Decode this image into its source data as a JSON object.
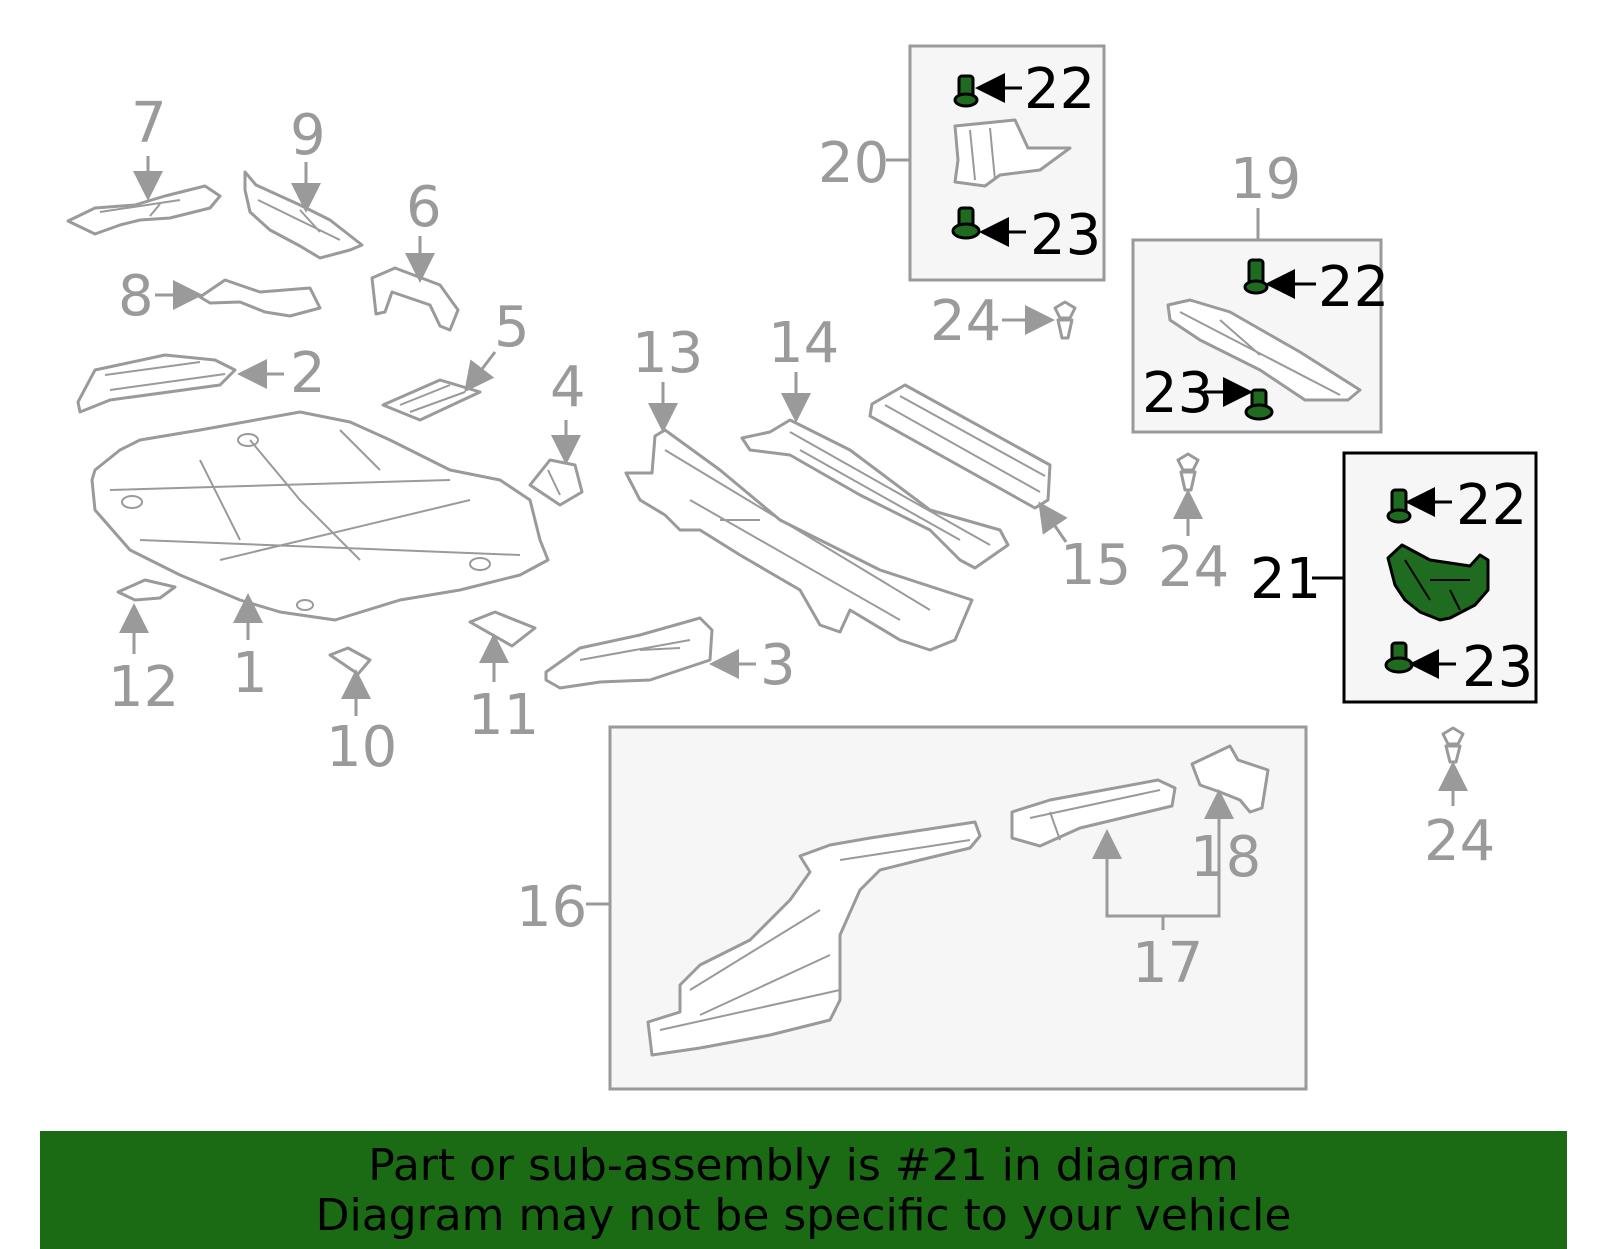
{
  "callouts": {
    "c1": "1",
    "c2": "2",
    "c3": "3",
    "c4": "4",
    "c5": "5",
    "c6": "6",
    "c7": "7",
    "c8": "8",
    "c9": "9",
    "c10": "10",
    "c11": "11",
    "c12": "12",
    "c13": "13",
    "c14": "14",
    "c15": "15",
    "c16": "16",
    "c17": "17",
    "c18": "18",
    "c19": "19",
    "c20": "20",
    "c21": "21",
    "c22a": "22",
    "c22b": "22",
    "c22c": "22",
    "c23a": "23",
    "c23b": "23",
    "c23c": "23",
    "c24a": "24",
    "c24b": "24",
    "c24c": "24"
  },
  "highlight": {
    "part": "21",
    "color": "#1f6b1f"
  },
  "banner": {
    "line1": "Part or sub-assembly is #21 in diagram",
    "line2": "Diagram may not be specific to your vehicle",
    "background": "#1a6b14"
  }
}
